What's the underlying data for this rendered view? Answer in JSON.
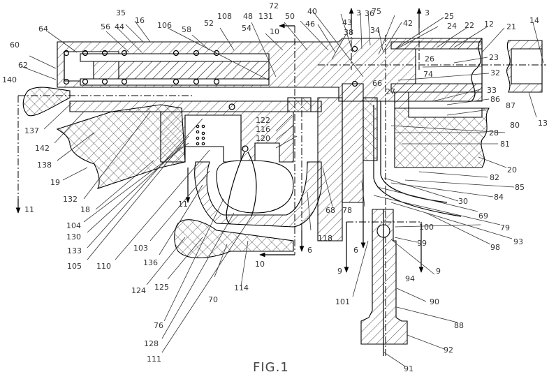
{
  "figure": {
    "title": "FIG.1",
    "type": "patent-cross-section-drawing"
  },
  "section_markers": [
    {
      "id": "3",
      "label": "3",
      "direction": "up"
    },
    {
      "id": "3b",
      "label": "3",
      "direction": "up"
    },
    {
      "id": "10-top",
      "label": "10",
      "direction": "left"
    },
    {
      "id": "10-bottom",
      "label": "10",
      "direction": "left"
    },
    {
      "id": "11-left",
      "label": "11",
      "direction": "down"
    },
    {
      "id": "11-mid",
      "label": "11",
      "direction": "down"
    },
    {
      "id": "6-left",
      "label": "6",
      "direction": "down"
    },
    {
      "id": "6-right",
      "label": "6",
      "direction": "down"
    },
    {
      "id": "9-left",
      "label": "9",
      "direction": "down"
    },
    {
      "id": "9-right",
      "label": "9",
      "direction": "down"
    }
  ],
  "reference_labels": {
    "r12": "12",
    "r13": "13",
    "r14": "14",
    "r16": "16",
    "r18": "18",
    "r19": "19",
    "r20": "20",
    "r21": "21",
    "r22": "22",
    "r23": "23",
    "r24": "24",
    "r25": "25",
    "r26": "26",
    "r27": "27",
    "r28": "28",
    "r30": "30",
    "r32": "32",
    "r33": "33",
    "r34": "34",
    "r35": "35",
    "r36": "36",
    "r38": "38",
    "r40": "40",
    "r42": "42",
    "r43": "43",
    "r44": "44",
    "r46": "46",
    "r48": "48",
    "r50": "50",
    "r52": "52",
    "r54": "54",
    "r56": "56",
    "r58": "58",
    "r60": "60",
    "r62": "62",
    "r64": "64",
    "r66": "66",
    "r68": "68",
    "r69": "69",
    "r70": "70",
    "r72": "72",
    "r74": "74",
    "r75": "75",
    "r76": "76",
    "r78": "78",
    "r79": "79",
    "r80": "80",
    "r81": "81",
    "r82": "82",
    "r84": "84",
    "r85": "85",
    "r86": "86",
    "r87": "87",
    "r88": "88",
    "r90": "90",
    "r91": "91",
    "r92": "92",
    "r93": "93",
    "r94": "94",
    "r98": "98",
    "r99": "99",
    "r100": "100",
    "r101": "101",
    "r103": "103",
    "r104": "104",
    "r105": "105",
    "r106": "106",
    "r108": "108",
    "r110": "110",
    "r111": "111",
    "r114": "114",
    "r116": "116",
    "r118": "118",
    "r120": "120",
    "r122": "122",
    "r124": "124",
    "r125": "125",
    "r128": "128",
    "r130": "130",
    "r131": "131",
    "r132": "132",
    "r133": "133",
    "r136": "136",
    "r137": "137",
    "r138": "138",
    "r140": "140",
    "r142": "142"
  }
}
